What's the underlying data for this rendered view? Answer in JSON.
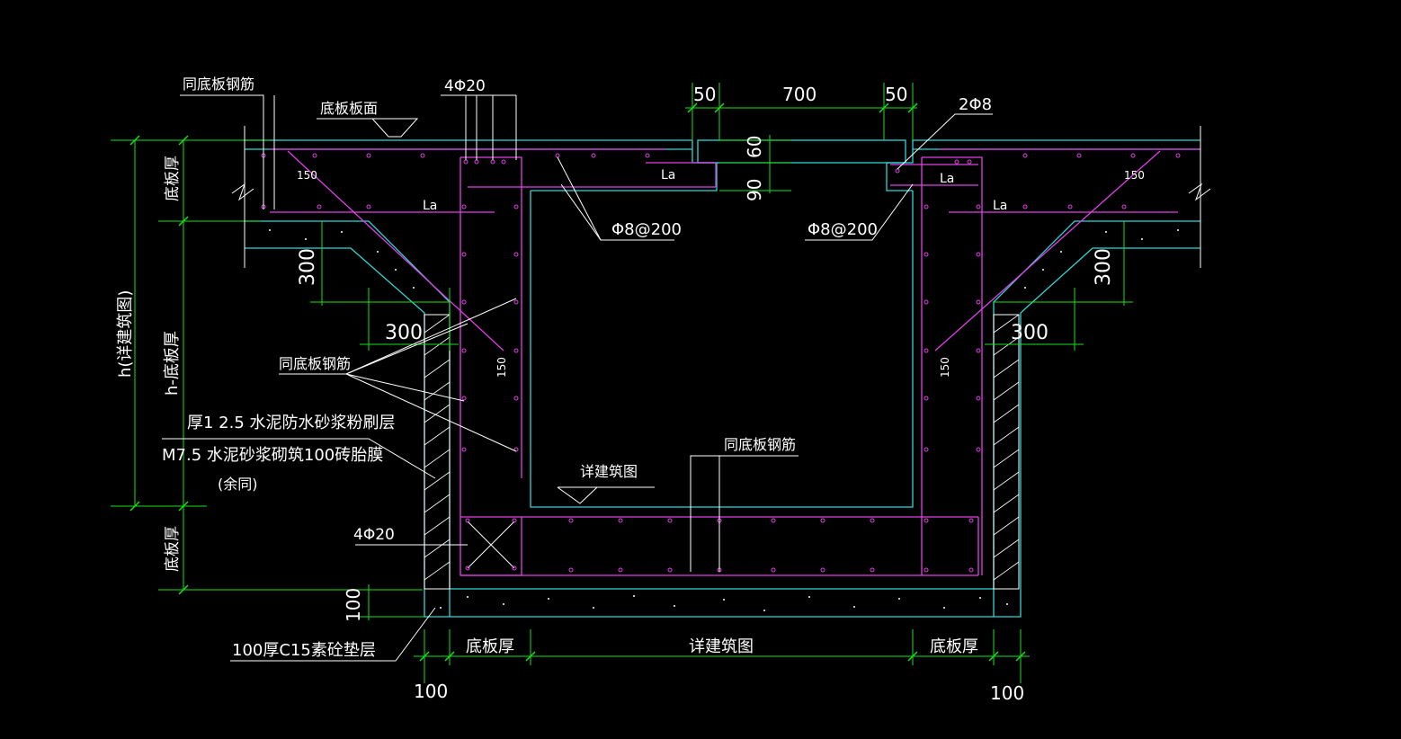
{
  "colors": {
    "background": "#000000",
    "concrete_outline": "#2fd6d6",
    "rebar": "#e040e6",
    "dimension": "#18e018",
    "text": "#ffffff"
  },
  "labels": {
    "same_as_slab_rebar_top": "同底板钢筋",
    "slab_surface": "底板板面",
    "top_bars_left": "4Φ20",
    "dim_50_left": "50",
    "dim_700": "700",
    "dim_50_right": "50",
    "bars_2phi8": "2Φ8",
    "dim_60": "60",
    "dim_90": "90",
    "la_1": "La",
    "la_2": "La",
    "la_3": "La",
    "la_4": "La",
    "dim_150_tl": "150",
    "dim_150_tr": "150",
    "stirrup_left": "Φ8@200",
    "stirrup_right": "Φ8@200",
    "dim_300_vl": "300",
    "dim_300_hl": "300",
    "dim_300_vr": "300",
    "dim_300_hr": "300",
    "dim_150_ml": "150",
    "dim_150_mr": "150",
    "same_as_slab_rebar_mid": "同底板钢筋",
    "waterproof_line1": "厚1 2.5 水泥防水砂浆粉刷层",
    "waterproof_line2": "M7.5 水泥砂浆砌筑100砖胎膜",
    "waterproof_line3": "(余同)",
    "see_arch": "详建筑图",
    "same_as_slab_rebar_bottom": "同底板钢筋",
    "bottom_bars": "4Φ20",
    "dim_100_v": "100",
    "cushion": "100厚C15素砼垫层",
    "bottom_slab_thk_left": "底板厚",
    "bottom_see_arch": "详建筑图",
    "bottom_slab_thk_right": "底板厚",
    "dim_100_bl": "100",
    "dim_100_br": "100",
    "vert_slab_thk_top": "底板厚",
    "vert_h": "h(详建筑图)",
    "vert_h_minus": "h-底板厚",
    "vert_slab_thk_bottom": "底板厚"
  }
}
